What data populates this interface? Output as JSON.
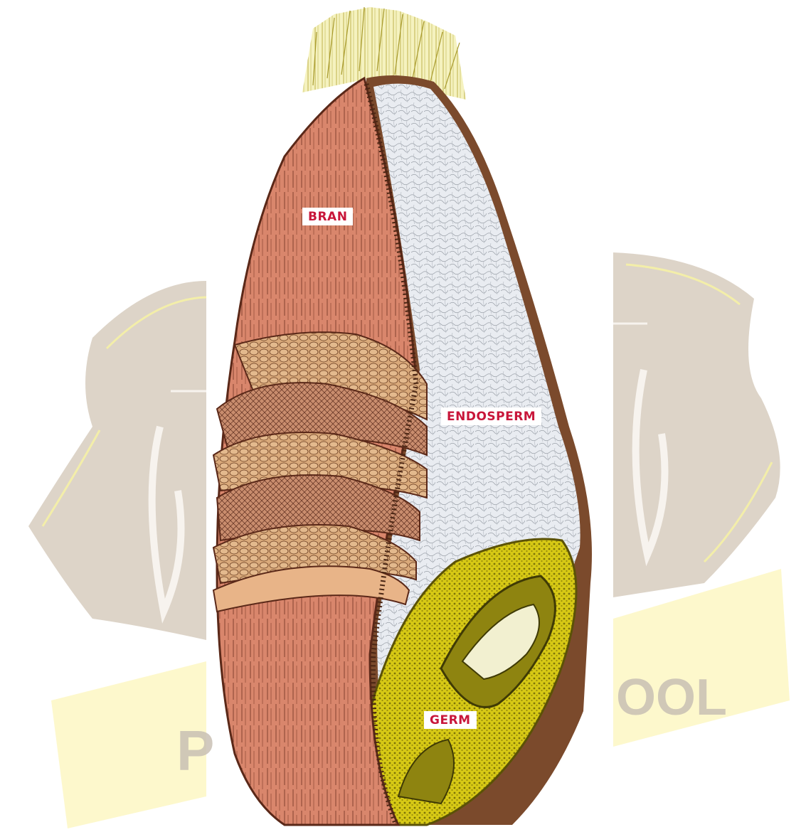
{
  "diagram": {
    "labels": {
      "bran": "BRAN",
      "endosperm": "ENDOSPERM",
      "germ": "GERM"
    }
  },
  "watermark": {
    "text_left": "P",
    "text_right": "OOL"
  },
  "colors": {
    "label_text": "#c8163a",
    "bran": "#d9866c",
    "endosperm": "#e6e9ee",
    "germ": "#cfc214",
    "watermark_badge": "#ddd4c8",
    "watermark_banner": "#fdf8cc"
  }
}
